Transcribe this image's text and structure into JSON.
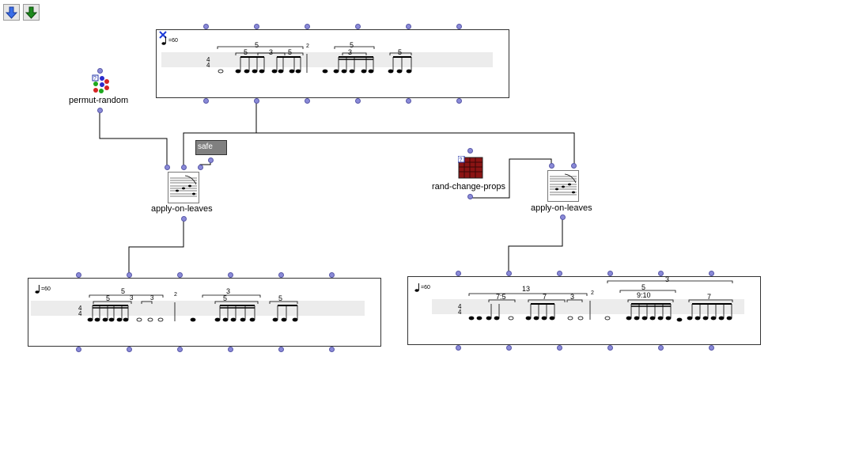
{
  "toolbar": {
    "up_arrow_icon": "blue-down-arrow-icon",
    "down_arrow_icon": "green-down-arrow-icon"
  },
  "colors": {
    "inlet": "#8a8ad8",
    "staff_band": "#ececec",
    "safe_box": "#808080",
    "rand_props_icon": "#8b1414",
    "blue_arrow": "#3a6ee8",
    "green_arrow": "#1e8a1e"
  },
  "boxes": {
    "permut_random": {
      "label": "permut-random"
    },
    "apply_on_leaves_1": {
      "label": "apply-on-leaves"
    },
    "apply_on_leaves_2": {
      "label": "apply-on-leaves"
    },
    "rand_change_props": {
      "label": "rand-change-props"
    },
    "safe": {
      "label": "safe"
    }
  },
  "voices": {
    "top": {
      "tempo": "=60",
      "time_signature": "4/4",
      "tuplets": [
        "5",
        "5",
        "3",
        "5",
        "2",
        "5",
        "3",
        "5"
      ]
    },
    "bottom_left": {
      "tempo": "=60",
      "time_signature": "4/4",
      "tuplets": [
        "5",
        "5",
        "3",
        "3",
        "2",
        "3",
        "5",
        "5"
      ]
    },
    "bottom_right": {
      "tempo": "=60",
      "time_signature": "4/4",
      "tuplets": [
        "3",
        "13",
        "5",
        "7:5",
        "7",
        "3",
        "2",
        "9:10",
        "7"
      ]
    }
  }
}
